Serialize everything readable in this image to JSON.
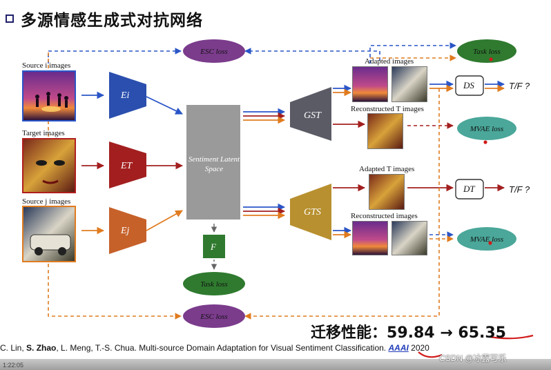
{
  "slide": {
    "title": "多源情感生成式对抗网络",
    "labels": {
      "source_i_images": "Source i images",
      "target_images": "Target images",
      "source_j_images": "Source j images",
      "adapted_images": "Adapted images",
      "reconstructed_t_images": "Reconstructed T images",
      "adapted_t_images": "Adapted T images",
      "reconstructed_images": "Reconstructed images",
      "sentiment_latent_space": "Sentiment Latent Space",
      "tf_top": "T/F ?",
      "tf_bottom": "T/F ?"
    },
    "nodes": {
      "esc_loss_top": "ESC loss",
      "esc_loss_bottom": "ESC loss",
      "task_loss_top": "Task loss",
      "task_loss_bottom": "Task loss",
      "mvae_loss_top": "MVAE loss",
      "mvae_loss_bottom": "MVAE loss",
      "encoder_i": "Ei",
      "encoder_t": "ET",
      "encoder_j": "Ej",
      "generator_st": "GST",
      "generator_ts": "GTS",
      "classifier_f": "F",
      "discriminator_s": "DS",
      "discriminator_t": "DT"
    },
    "metric": {
      "label": "迁移性能：",
      "before": "59.84",
      "arrow": "→",
      "after": "65.35"
    },
    "citation": {
      "authors_a": "C. Lin, ",
      "authors_b": "S. Zhao",
      "authors_c": ", L. Meng, T.-S. Chua. Multi-source Domain Adaptation for Visual Sentiment Classification. ",
      "venue": "AAAI",
      "year": " 2020"
    },
    "watermark": "CSDN @冰露可乐",
    "bottom_bar_text": "1:22:05"
  },
  "colors": {
    "blue": "#2a55c7",
    "red": "#a31f1f",
    "orange": "#e07b1f",
    "gray_box": "#9a9a9a",
    "green": "#2f7a2f",
    "teal": "#4aa79a",
    "purple": "#7b3c8c",
    "gen_top": "#5b5b66",
    "gen_bottom": "#b8902f",
    "red_annotation": "#d11a1a"
  }
}
